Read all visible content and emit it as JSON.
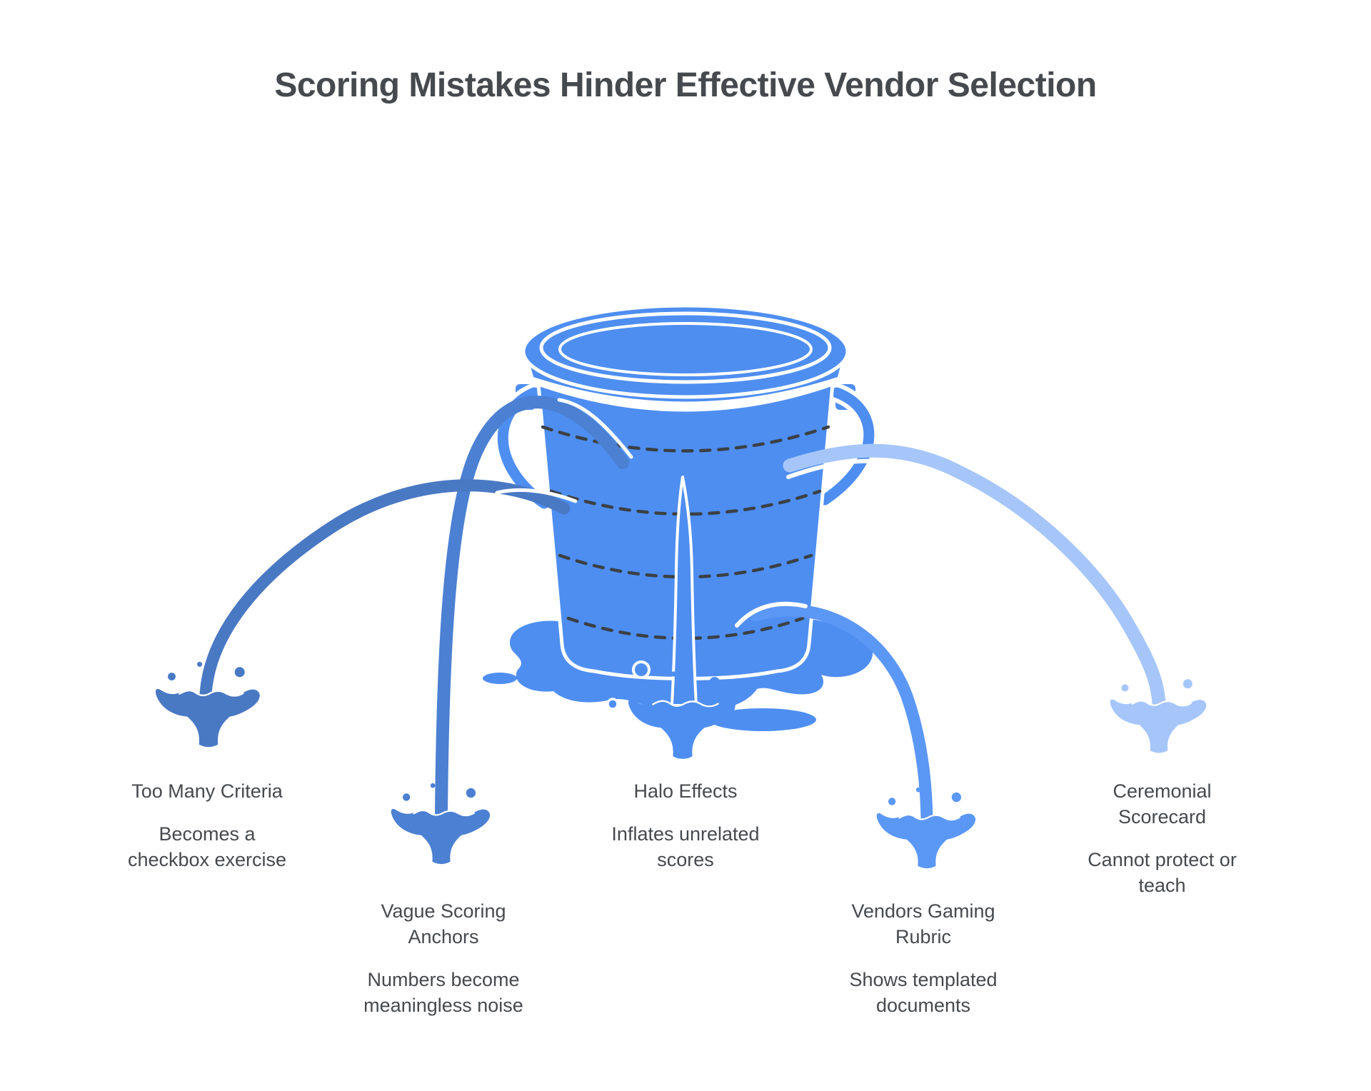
{
  "header": {
    "title": "Scoring Mistakes Hinder Effective Vendor Selection"
  },
  "colors": {
    "background": "#ffffff",
    "text": "#46494d",
    "bucket_blue": "#4e8ef1",
    "outline_white": "#ffffff",
    "dash_gray": "#3b4045"
  },
  "illustration": {
    "icon": "leaky-bucket-icon",
    "description_elements": [
      "bucket",
      "water-streams",
      "splashes",
      "puddle"
    ]
  },
  "leaks": [
    {
      "title": "Too Many Criteria",
      "description": "Becomes a checkbox exercise",
      "color": "#4a79c4"
    },
    {
      "title": "Vague Scoring Anchors",
      "description": "Numbers become meaningless noise",
      "color": "#4b80d2"
    },
    {
      "title": "Halo Effects",
      "description": "Inflates unrelated scores",
      "color": "#4e8ef1"
    },
    {
      "title": "Vendors Gaming Rubric",
      "description": "Shows templated documents",
      "color": "#5b97f5"
    },
    {
      "title": "Ceremonial Scorecard",
      "description": "Cannot protect or teach",
      "color": "#a6c6fa"
    }
  ]
}
